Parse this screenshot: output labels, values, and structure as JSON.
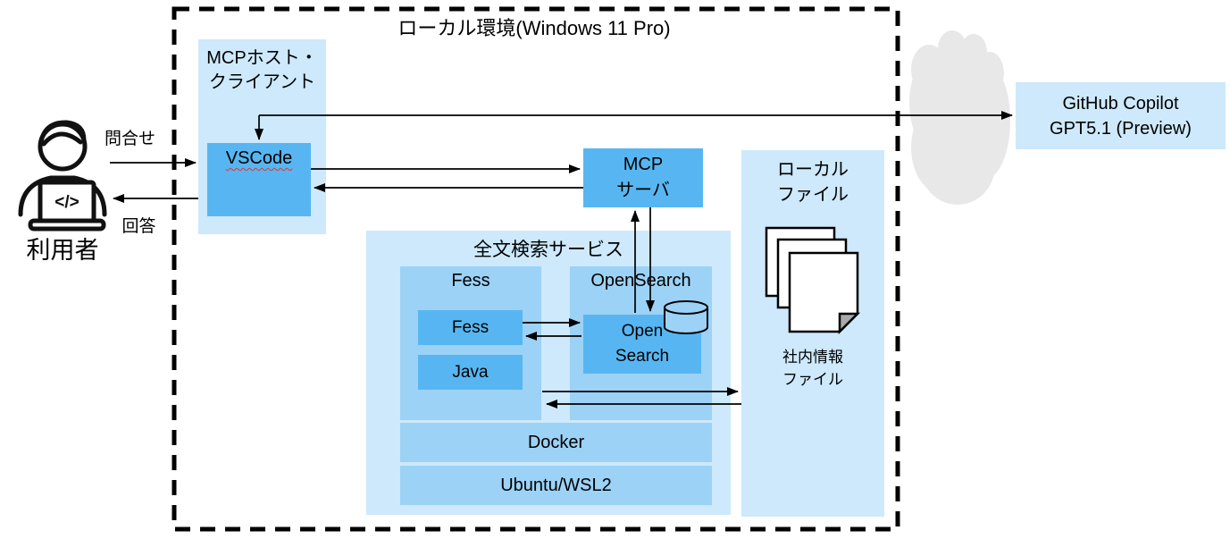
{
  "colors": {
    "light_blue": "#CDE9FB",
    "medium_blue": "#9CD2F6",
    "dark_blue": "#57B6F1",
    "cloud_gray": "#E8E8E8",
    "connector_black": "#000000",
    "spellcheck_red": "#D23B3B"
  },
  "environment": {
    "title": "ローカル環境(Windows 11 Pro)"
  },
  "user": {
    "label": "利用者",
    "laptop_glyph": "</>",
    "inquiry_label": "問合せ",
    "answer_label": "回答"
  },
  "mcp_host": {
    "label": "MCPホスト・\nクライアント",
    "vscode_label": "VSCode"
  },
  "mcp_server": {
    "label": "MCP\nサーバ"
  },
  "fulltext_service": {
    "title": "全文検索サービス",
    "fess_group_label": "Fess",
    "fess_label": "Fess",
    "java_label": "Java",
    "opensearch_group_label": "OpenSearch",
    "opensearch_label": "Open\nSearch",
    "docker_label": "Docker",
    "ubuntu_label": "Ubuntu/WSL2"
  },
  "local_files": {
    "title": "ローカル\nファイル",
    "caption": "社内情報\nファイル"
  },
  "cloud_service": {
    "label": "GitHub Copilot\nGPT5.1 (Preview)"
  },
  "icons": {
    "user": "person-with-laptop-icon",
    "documents": "document-stack-icon",
    "database": "database-cylinder-icon",
    "cloud": "cloud-shape"
  }
}
